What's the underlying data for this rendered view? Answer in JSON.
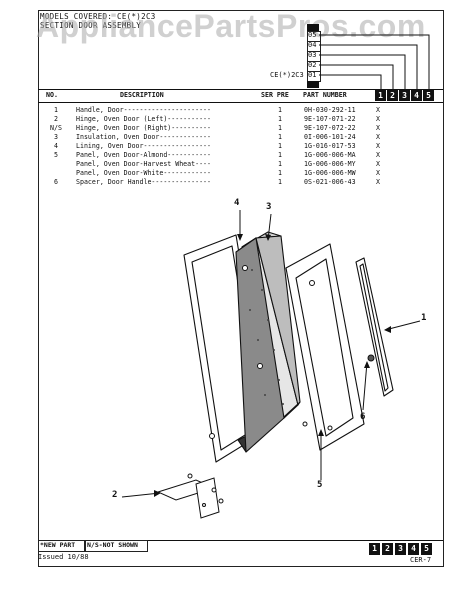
{
  "header": {
    "models_line": "MODELS COVERED:  CE(*)2C3",
    "section_line": "SECTION  DOOR ASSEMBLY",
    "watermark": "AppliancePartsPros.com"
  },
  "model_boxes": [
    "05",
    "04",
    "03",
    "02",
    "01"
  ],
  "model_code": "CE(*)2C3",
  "columns": {
    "no": "NO.",
    "description": "DESCRIPTION",
    "ser_pre": "SER PRE",
    "part_number": "PART NUMBER",
    "model_numbers": [
      "1",
      "2",
      "3",
      "4",
      "5"
    ]
  },
  "rows": [
    {
      "no": "1",
      "description": "Handle, Door----------------------",
      "ser": "1",
      "part": "0H-030-292-11",
      "x": "X"
    },
    {
      "no": "2",
      "description": "Hinge, Oven Door (Left)-----------",
      "ser": "1",
      "part": "9E-107-071-22",
      "x": "X"
    },
    {
      "no": "N/S",
      "description": "Hinge, Oven Door (Right)----------",
      "ser": "1",
      "part": "9E-107-072-22",
      "x": "X"
    },
    {
      "no": "3",
      "description": "Insulation, Oven Door-------------",
      "ser": "1",
      "part": "0I-006-101-24",
      "x": "X"
    },
    {
      "no": "4",
      "description": "Lining, Oven Door-----------------",
      "ser": "1",
      "part": "1G-016-017-53",
      "x": "X"
    },
    {
      "no": "5",
      "description": "Panel, Oven Door-Almond-----------",
      "ser": "1",
      "part": "1G-006-006-MA",
      "x": "X"
    },
    {
      "no": "",
      "description": "Panel, Oven Door-Harvest Wheat----",
      "ser": "1",
      "part": "1G-006-006-MY",
      "x": "X"
    },
    {
      "no": "",
      "description": "Panel, Oven Door-White------------",
      "ser": "1",
      "part": "1G-006-006-MW",
      "x": "X"
    },
    {
      "no": "6",
      "description": "Spacer, Door Handle---------------",
      "ser": "1",
      "part": "0S-021-006-43",
      "x": "X"
    }
  ],
  "callouts": [
    "1",
    "2",
    "3",
    "4",
    "5",
    "6"
  ],
  "footer": {
    "new_part": "*NEW PART",
    "not_shown": "N/S-NOT SHOWN",
    "issued": "Issued 10/88",
    "page_code": "CER-7",
    "model_numbers": [
      "1",
      "2",
      "3",
      "4",
      "5"
    ]
  }
}
